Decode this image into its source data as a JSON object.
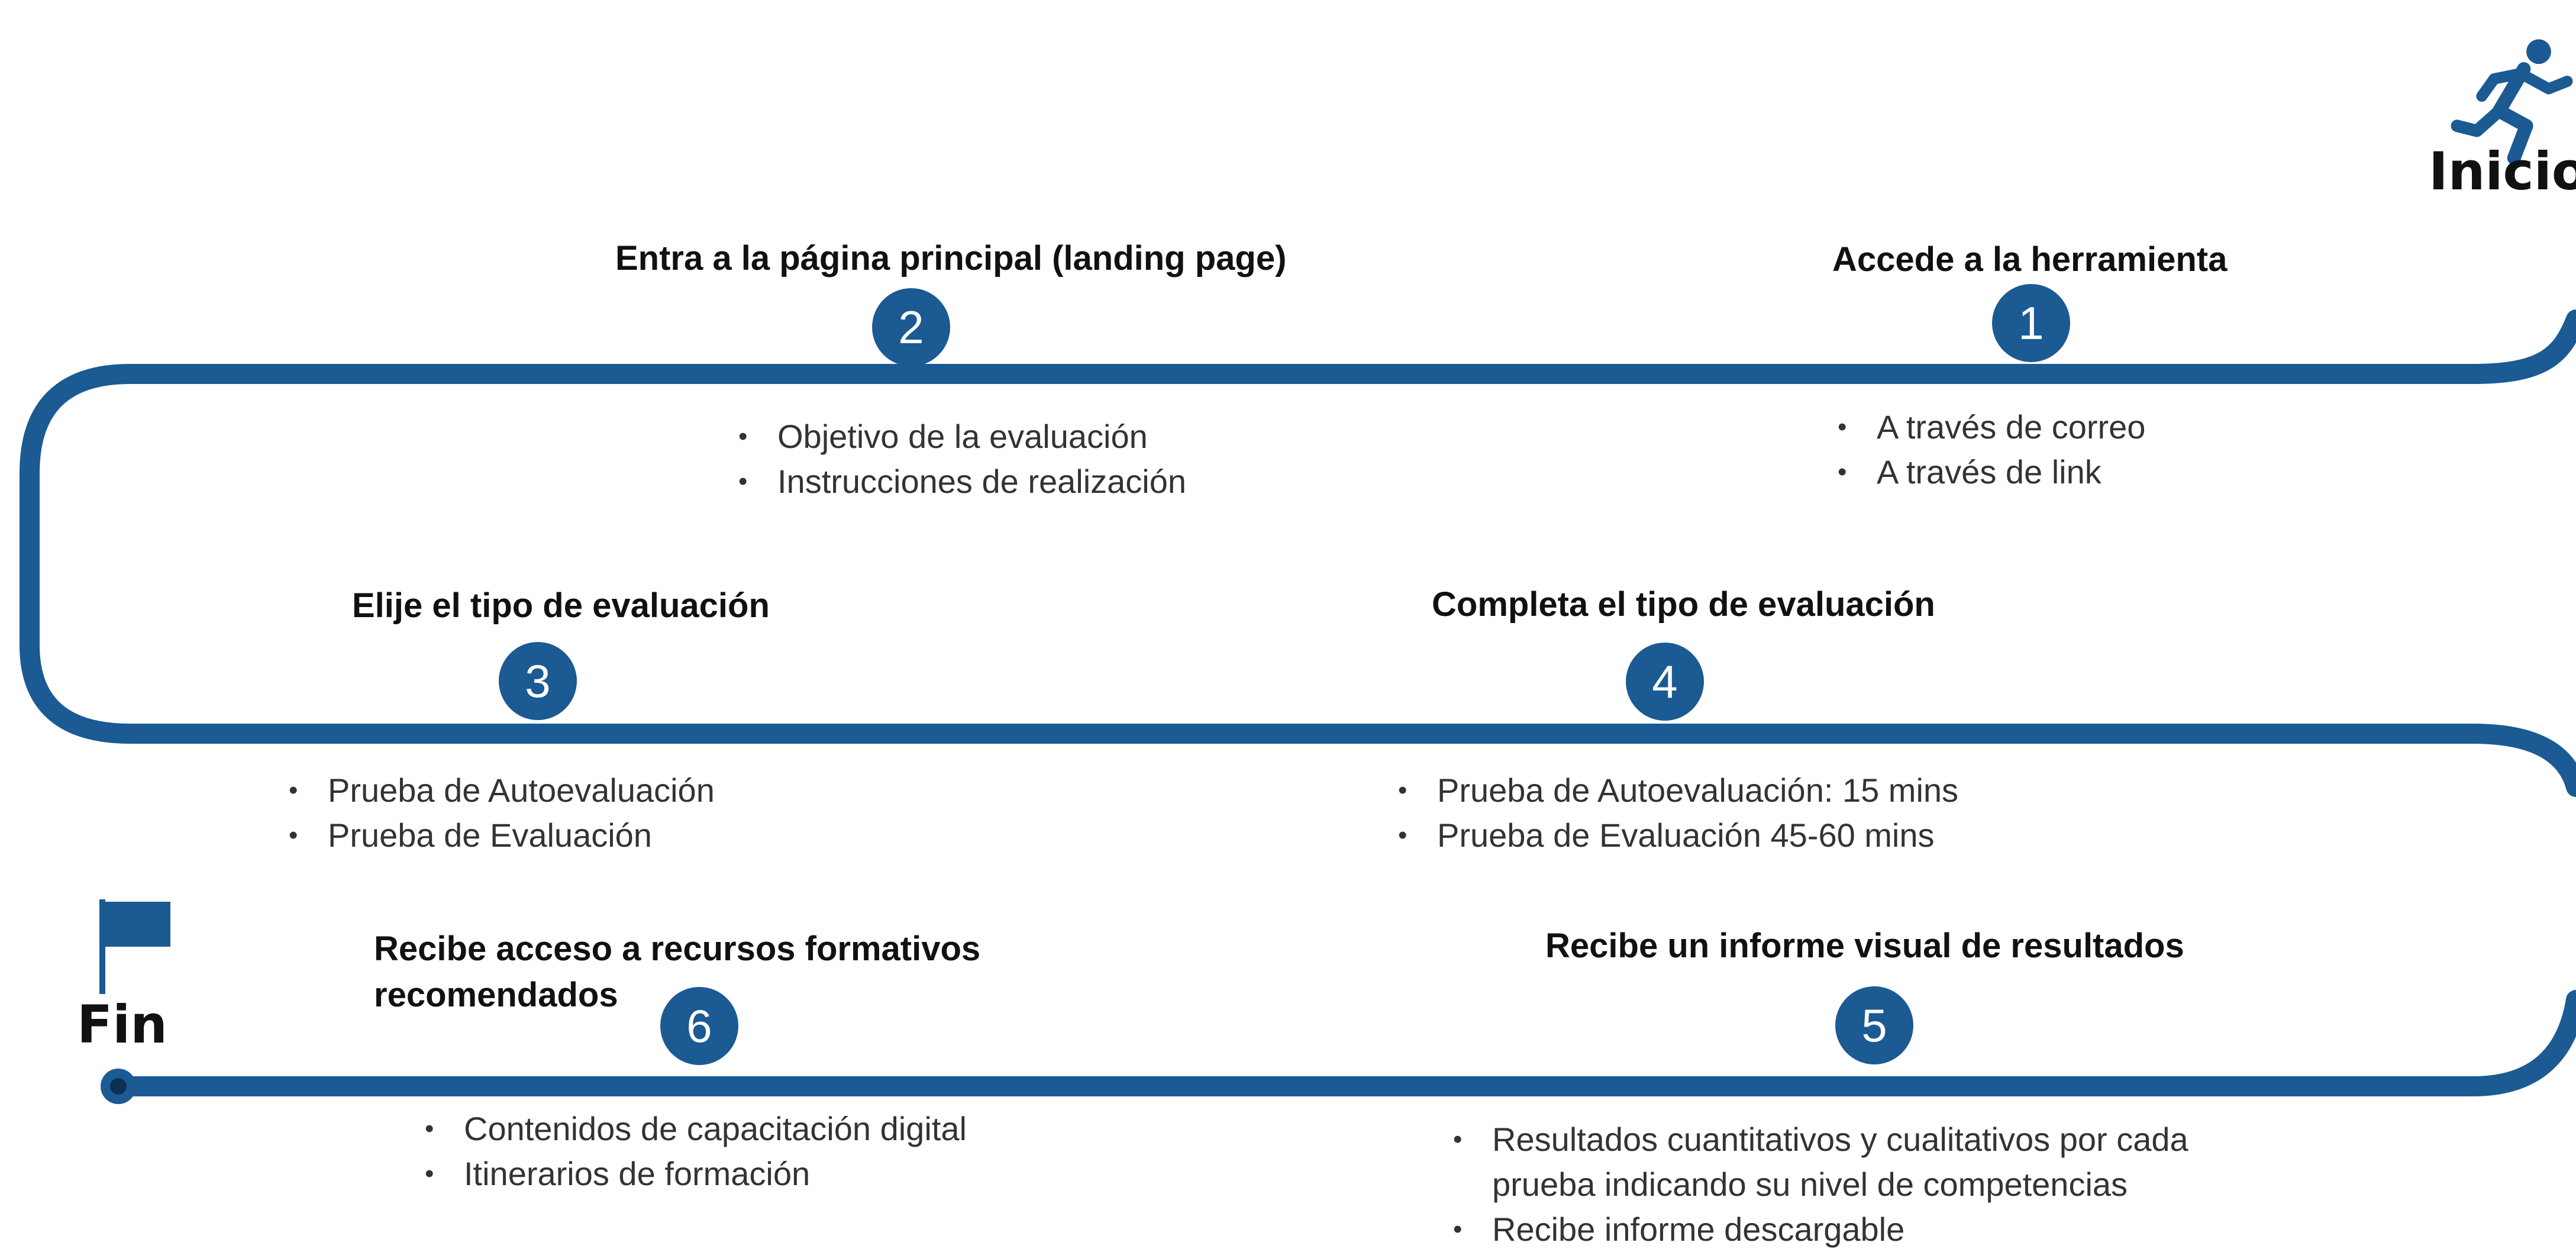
{
  "start_label": "Inicio",
  "end_label": "Fin",
  "icons": {
    "start": "running-person-icon",
    "end": "flag-icon"
  },
  "colors": {
    "path": "#1b5a93",
    "circle": "#1b5a93",
    "title": "#111111",
    "body": "#333333"
  },
  "steps": [
    {
      "number": "1",
      "title": "Accede a la herramienta",
      "bullets": [
        "A través de correo",
        "A través de link"
      ]
    },
    {
      "number": "2",
      "title": "Entra a la página principal (landing page)",
      "bullets": [
        "Objetivo de la evaluación",
        "Instrucciones de realización"
      ]
    },
    {
      "number": "3",
      "title": "Elije el tipo de evaluación",
      "bullets": [
        "Prueba de Autoevaluación",
        "Prueba de Evaluación"
      ]
    },
    {
      "number": "4",
      "title": "Completa el tipo de evaluación",
      "bullets": [
        "Prueba de Autoevaluación: 15 mins",
        "Prueba de Evaluación 45-60 mins"
      ]
    },
    {
      "number": "5",
      "title": "Recibe un informe visual de resultados",
      "bullets": [
        "Resultados cuantitativos y cualitativos por cada",
        "prueba indicando su nivel de competencias",
        "Recibe informe descargable"
      ]
    },
    {
      "number": "6",
      "title_line1": "Recibe acceso a recursos formativos",
      "title_line2": "recomendados",
      "bullets": [
        "Contenidos de capacitación digital",
        "Itinerarios de formación"
      ]
    }
  ]
}
